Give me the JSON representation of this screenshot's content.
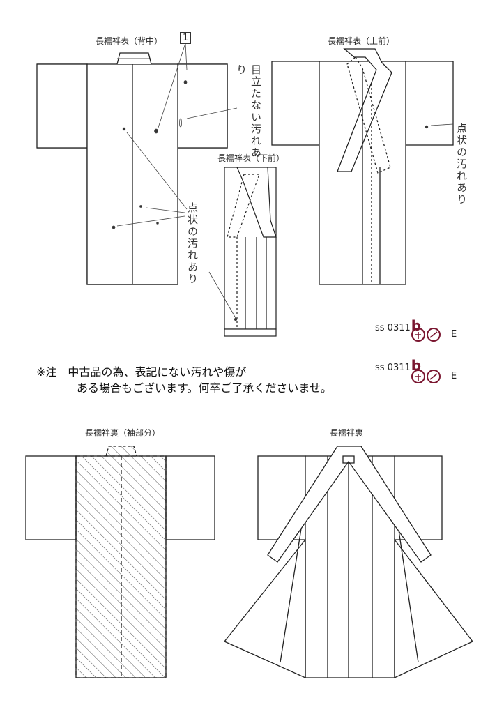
{
  "diagrams": {
    "back_label": "長襦袢表（背中）",
    "upper_front_label": "長襦袢表（上前）",
    "lower_front_label": "長襦袢表（下前）",
    "sleeve_lining_label": "長襦袢裏（袖部分）",
    "lining_label": "長襦袢裏"
  },
  "annotations": {
    "back_marker": "1",
    "back_stain_1": "目立たない汚れあり",
    "back_stain_2": "点状の汚れあり",
    "front_stain": "点状の汚れあり"
  },
  "codes": [
    {
      "code": "ss 0311",
      "suffix": "b",
      "grade": "E"
    },
    {
      "code": "ss 0311",
      "suffix": "b",
      "grade": "E"
    }
  ],
  "notice": {
    "line1": "※注　中古品の為、表記にない汚れや傷が",
    "line2": "ある場合もございます。何卒ご了承くださいませ。"
  },
  "colors": {
    "ink": "#222222",
    "stamp": "#7a1630"
  }
}
